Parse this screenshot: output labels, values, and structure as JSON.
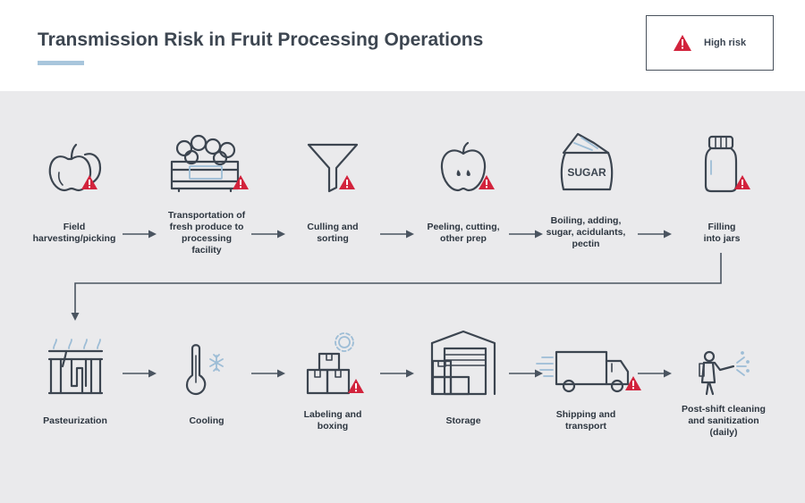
{
  "title": "Transmission Risk in Fruit Processing Operations",
  "legend": {
    "label": "High risk",
    "icon": "warning-triangle-icon",
    "color": "#d2233c"
  },
  "colors": {
    "risk": "#d2233c",
    "icon_stroke": "#3c4550",
    "accent": "#a8c6dc",
    "panel_bg": "#eaeaec"
  },
  "steps": [
    {
      "id": "field",
      "label_lines": [
        "Field",
        "harvesting/picking"
      ],
      "icon": "apples-icon",
      "high_risk": true
    },
    {
      "id": "transport",
      "label_lines": [
        "Transportation of",
        "fresh produce to",
        "processing",
        "facility"
      ],
      "icon": "crate-icon",
      "high_risk": true
    },
    {
      "id": "culling",
      "label_lines": [
        "Culling and",
        "sorting"
      ],
      "icon": "funnel-icon",
      "high_risk": true
    },
    {
      "id": "peeling",
      "label_lines": [
        "Peeling, cutting,",
        "other prep"
      ],
      "icon": "cut-apple-icon",
      "high_risk": true
    },
    {
      "id": "boiling",
      "label_lines": [
        "Boiling, adding,",
        "sugar, acidulants,",
        "pectin"
      ],
      "icon": "sugar-bag-icon",
      "high_risk": false,
      "icon_text": "SUGAR"
    },
    {
      "id": "filling",
      "label_lines": [
        "Filling",
        "into jars"
      ],
      "icon": "jar-icon",
      "high_risk": true
    },
    {
      "id": "pasteurization",
      "label_lines": [
        "Pasteurization"
      ],
      "icon": "pasteurizer-icon",
      "high_risk": false
    },
    {
      "id": "cooling",
      "label_lines": [
        "Cooling"
      ],
      "icon": "thermometer-icon",
      "high_risk": false
    },
    {
      "id": "labeling",
      "label_lines": [
        "Labeling and",
        "boxing"
      ],
      "icon": "boxes-icon",
      "high_risk": true
    },
    {
      "id": "storage",
      "label_lines": [
        "Storage"
      ],
      "icon": "warehouse-icon",
      "high_risk": false
    },
    {
      "id": "shipping",
      "label_lines": [
        "Shipping and",
        "transport"
      ],
      "icon": "truck-icon",
      "high_risk": true
    },
    {
      "id": "cleaning",
      "label_lines": [
        "Post-shift cleaning",
        "and sanitization",
        "(daily)"
      ],
      "icon": "sprayer-icon",
      "high_risk": false
    }
  ]
}
